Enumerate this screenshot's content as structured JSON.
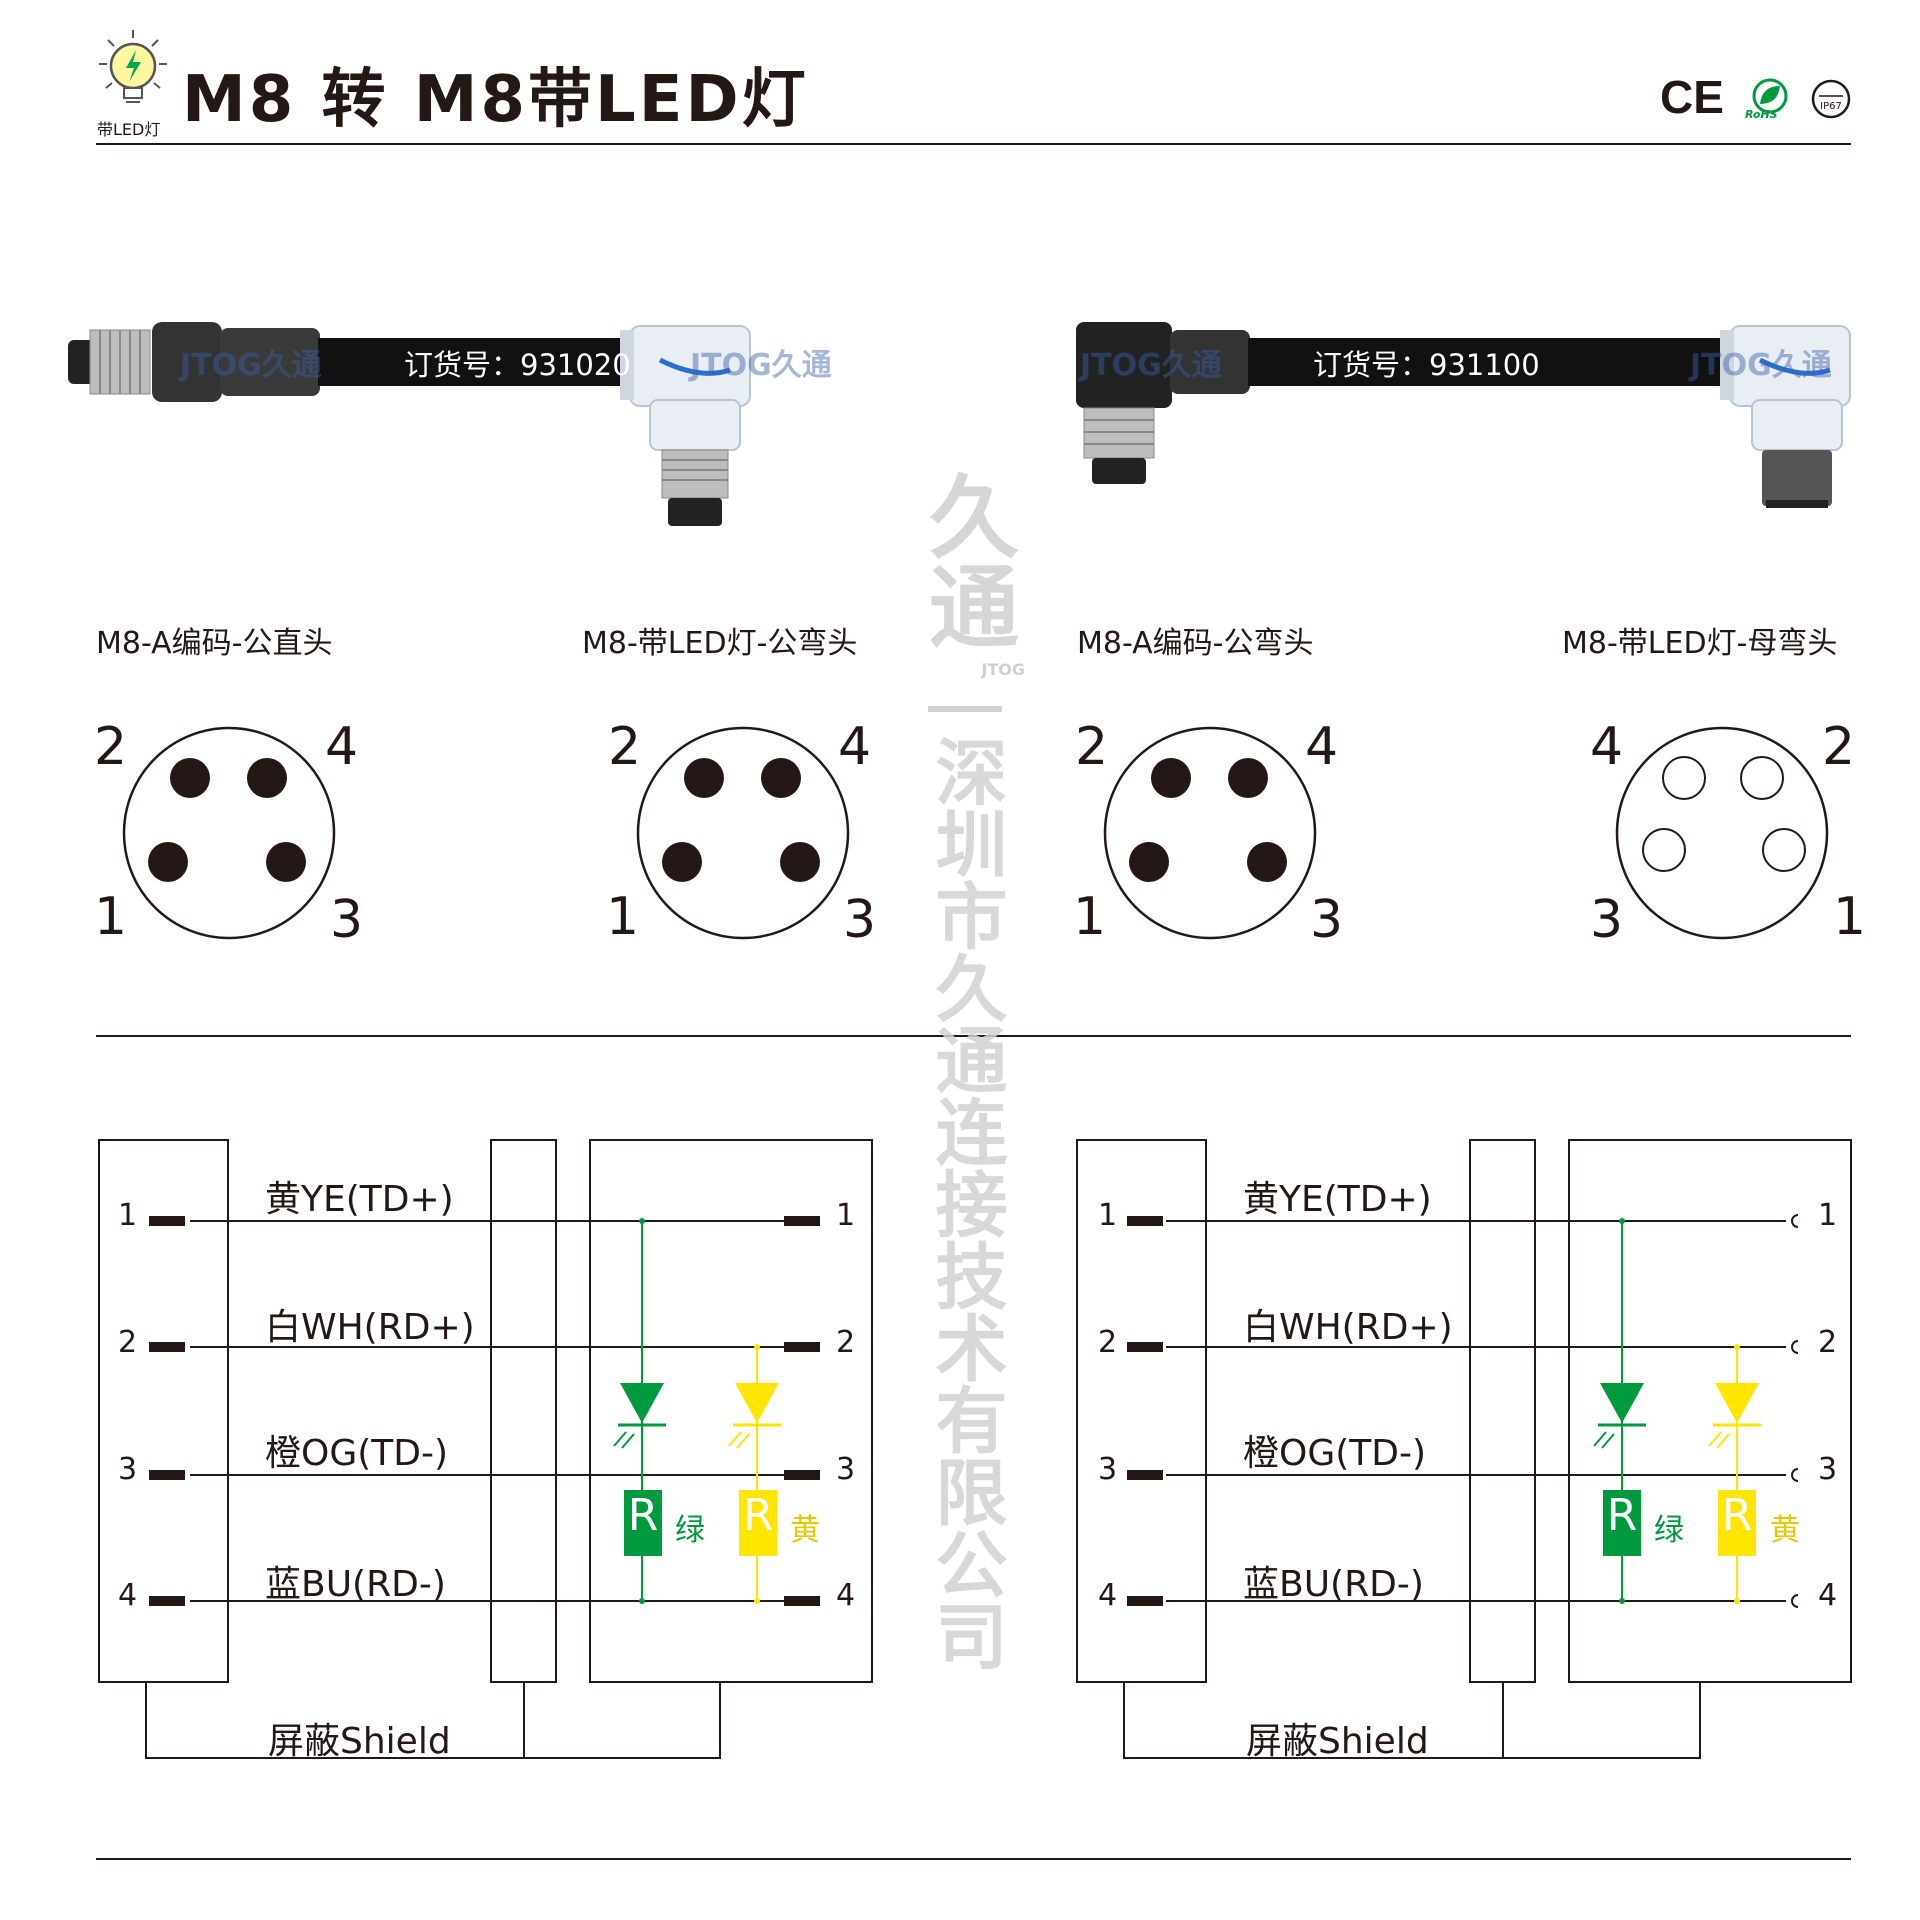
{
  "header": {
    "title": "M8 转 M8带LED灯",
    "icon_caption": "带LED灯",
    "certifications": [
      "CE",
      "RoHS",
      "IP67"
    ]
  },
  "products": [
    {
      "order_label": "订货号：931020",
      "left_caption": "M8-A编码-公直头",
      "right_caption": "M8-带LED灯-公弯头"
    },
    {
      "order_label": "订货号：931100",
      "left_caption": "M8-A编码-公弯头",
      "right_caption": "M8-带LED灯-母弯头"
    }
  ],
  "pinouts": [
    {
      "type": "male",
      "labels": {
        "top_left": "2",
        "top_right": "4",
        "bottom_left": "1",
        "bottom_right": "3"
      }
    },
    {
      "type": "male",
      "labels": {
        "top_left": "2",
        "top_right": "4",
        "bottom_left": "1",
        "bottom_right": "3"
      }
    },
    {
      "type": "male",
      "labels": {
        "top_left": "2",
        "top_right": "4",
        "bottom_left": "1",
        "bottom_right": "3"
      }
    },
    {
      "type": "female",
      "labels": {
        "top_left": "4",
        "top_right": "2",
        "bottom_left": "3",
        "bottom_right": "1"
      }
    }
  ],
  "wiring": {
    "pins": [
      "1",
      "2",
      "3",
      "4"
    ],
    "wires": [
      "黄YE(TD+)",
      "白WH(RD+)",
      "橙OG(TD-)",
      "蓝BU(RD-)"
    ],
    "shield": "屏蔽Shield",
    "resistor": "R",
    "led_green_label": "绿",
    "led_yellow_label": "黄"
  },
  "watermark": {
    "brand": "久通",
    "brand_sub": "JTOG",
    "company": "深圳市久通连接技术有限公司",
    "cable_logo": "JTOG久通"
  },
  "colors": {
    "green": "#009a3e",
    "yellow": "#ffe500",
    "line": "#231815",
    "cable": "#111111"
  }
}
